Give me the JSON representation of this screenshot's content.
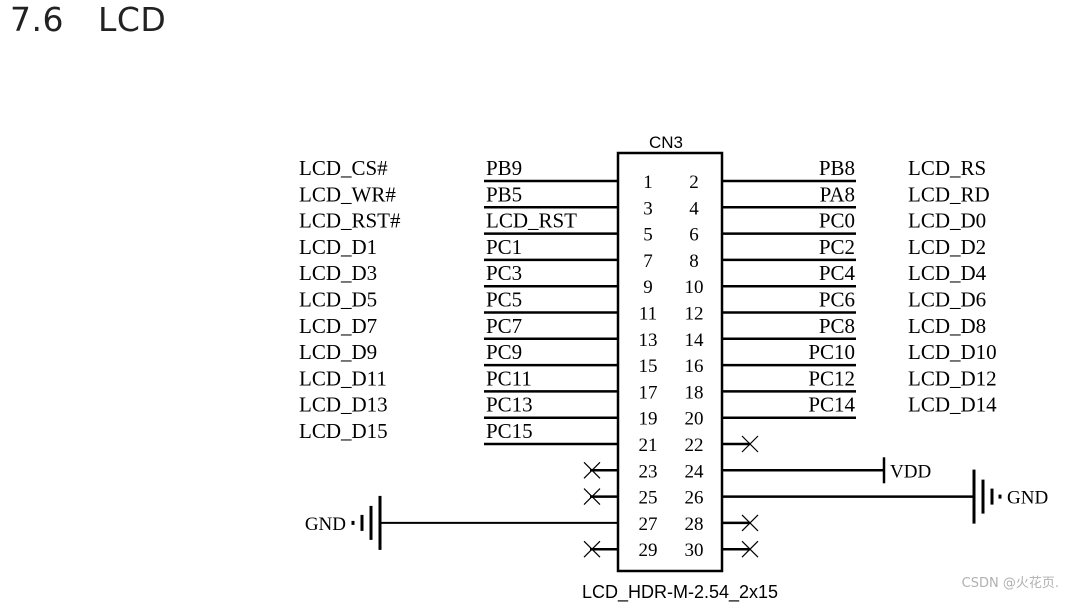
{
  "section": {
    "number": "7.6",
    "title": "LCD"
  },
  "connector": {
    "designator": "CN3",
    "part_name": "LCD_HDR-M-2.54_2x15"
  },
  "left_pins": [
    {
      "pin": "1",
      "net": "PB9",
      "signal": "LCD_CS#"
    },
    {
      "pin": "3",
      "net": "PB5",
      "signal": "LCD_WR#"
    },
    {
      "pin": "5",
      "net": "LCD_RST",
      "signal": "LCD_RST#"
    },
    {
      "pin": "7",
      "net": "PC1",
      "signal": "LCD_D1"
    },
    {
      "pin": "9",
      "net": "PC3",
      "signal": "LCD_D3"
    },
    {
      "pin": "11",
      "net": "PC5",
      "signal": "LCD_D5"
    },
    {
      "pin": "13",
      "net": "PC7",
      "signal": "LCD_D7"
    },
    {
      "pin": "15",
      "net": "PC9",
      "signal": "LCD_D9"
    },
    {
      "pin": "17",
      "net": "PC11",
      "signal": "LCD_D11"
    },
    {
      "pin": "19",
      "net": "PC13",
      "signal": "LCD_D13"
    },
    {
      "pin": "21",
      "net": "PC15",
      "signal": "LCD_D15"
    },
    {
      "pin": "23",
      "net": "",
      "signal": "",
      "nc": true
    },
    {
      "pin": "25",
      "net": "",
      "signal": "",
      "nc": true
    },
    {
      "pin": "27",
      "net": "GND",
      "signal": "",
      "ground": true
    },
    {
      "pin": "29",
      "net": "",
      "signal": "",
      "nc": true
    }
  ],
  "right_pins": [
    {
      "pin": "2",
      "net": "PB8",
      "signal": "LCD_RS"
    },
    {
      "pin": "4",
      "net": "PA8",
      "signal": "LCD_RD"
    },
    {
      "pin": "6",
      "net": "PC0",
      "signal": "LCD_D0"
    },
    {
      "pin": "8",
      "net": "PC2",
      "signal": "LCD_D2"
    },
    {
      "pin": "10",
      "net": "PC4",
      "signal": "LCD_D4"
    },
    {
      "pin": "12",
      "net": "PC6",
      "signal": "LCD_D6"
    },
    {
      "pin": "14",
      "net": "PC8",
      "signal": "LCD_D8"
    },
    {
      "pin": "16",
      "net": "PC10",
      "signal": "LCD_D10"
    },
    {
      "pin": "18",
      "net": "PC12",
      "signal": "LCD_D12"
    },
    {
      "pin": "20",
      "net": "PC14",
      "signal": "LCD_D14"
    },
    {
      "pin": "22",
      "net": "",
      "signal": "",
      "nc": true
    },
    {
      "pin": "24",
      "net": "VDD",
      "signal": "",
      "power": true
    },
    {
      "pin": "26",
      "net": "GND",
      "signal": "",
      "ground": true
    },
    {
      "pin": "28",
      "net": "",
      "signal": "",
      "nc": true
    },
    {
      "pin": "30",
      "net": "",
      "signal": "",
      "nc": true
    }
  ],
  "watermark": "CSDN @火花页."
}
